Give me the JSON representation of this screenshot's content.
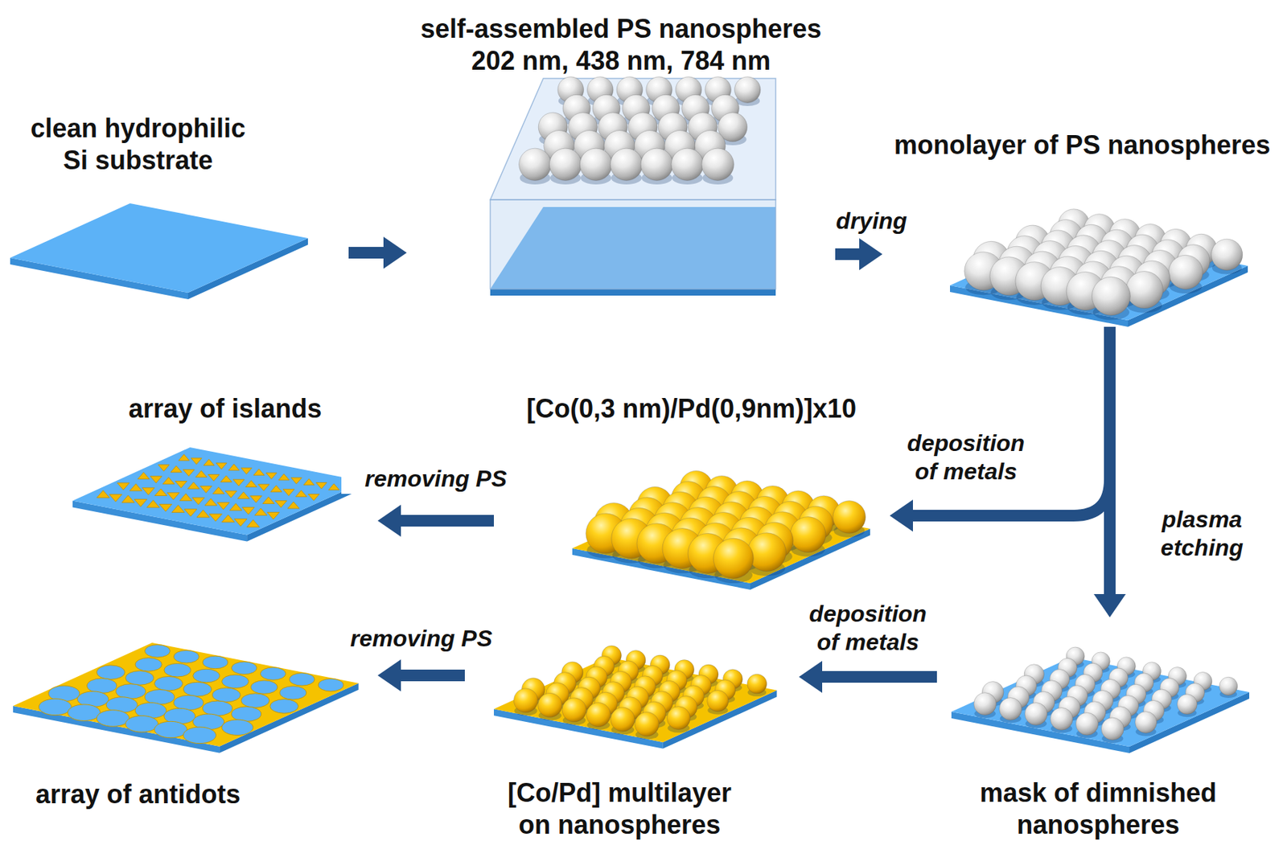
{
  "diagram": {
    "nodes": [
      {
        "text": [
          "clean hydrophilic Si substrate"
        ]
      },
      {
        "text": [
          "self-assembled PS nanospheres",
          "202 nm, 438 nm, 784 nm"
        ]
      },
      {
        "text": [
          "monolayer of PS nanospheres"
        ]
      },
      {
        "text": [
          "array of islands"
        ]
      },
      {
        "text": [
          "[Co(0,3 nm)/Pd(0,9nm)]x10"
        ]
      },
      {
        "text": [
          "array of antidots"
        ]
      },
      {
        "text": [
          "[Co/Pd] multilayer on nanospheres"
        ]
      },
      {
        "text": [
          "mask of dimnished nanospheres"
        ]
      }
    ],
    "edges": [
      {
        "from": 0,
        "to": 1,
        "arrow": "to"
      },
      {
        "from": 1,
        "to": 2,
        "label": "drying",
        "arrow": "to"
      },
      {
        "from": 2,
        "to": 4,
        "label": "deposition of metals",
        "arrow": "to"
      },
      {
        "from": 2,
        "to": 7,
        "label": "plasma etching",
        "arrow": "to"
      },
      {
        "from": 4,
        "to": 3,
        "label": "removing PS",
        "arrow": "to"
      },
      {
        "from": 7,
        "to": 6,
        "label": "deposition of metals",
        "arrow": "to"
      },
      {
        "from": 6,
        "to": 5,
        "label": "removing PS",
        "arrow": "to"
      }
    ]
  }
}
